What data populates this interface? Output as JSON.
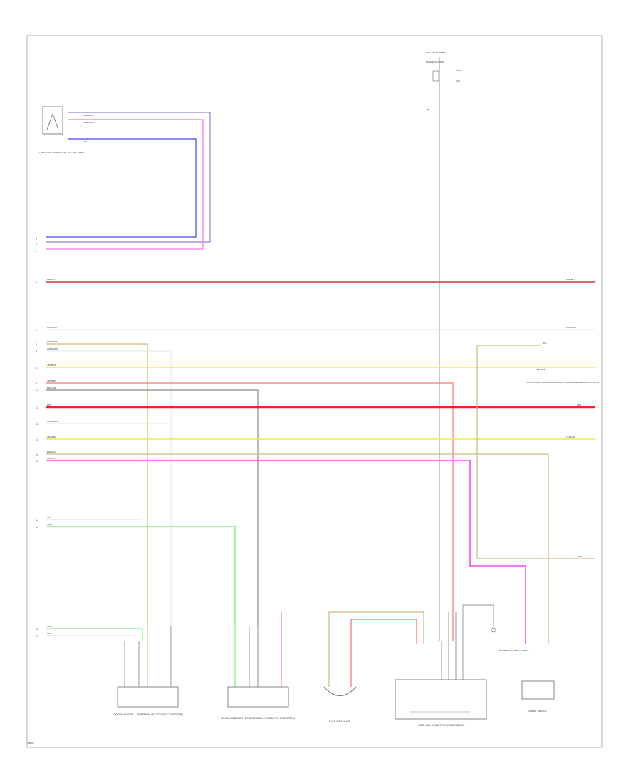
{
  "wires": [
    {
      "id": "1",
      "label": "BRN/BLU",
      "color": "#9b7fd4"
    },
    {
      "id": "2",
      "label": "PNK/WHT",
      "color": "#ee77ee"
    },
    {
      "id": "3",
      "label": "BLU",
      "color": "#4444ee"
    },
    {
      "id": "4",
      "label": "RED/BLU",
      "color": "#dd3333"
    },
    {
      "id": "5",
      "label": "WHT/RED",
      "color": "#e0e0e0"
    },
    {
      "id": "6",
      "label": "BRN/WHT",
      "color": "#ccbb77"
    },
    {
      "id": "7",
      "label": "WHT/GRN",
      "color": "#e6e6e6"
    },
    {
      "id": "8",
      "label": "YEL/BLU",
      "color": "#eeee33"
    },
    {
      "id": "9",
      "label": "YEL/RED",
      "color": "#ff5555"
    },
    {
      "id": "10",
      "label": "BRN/GRY",
      "color": "#888888"
    },
    {
      "id": "11",
      "label": "RED",
      "color": "#ee2222"
    },
    {
      "id": "12",
      "label": "WHT/GRN",
      "color": "#e6e6e6"
    },
    {
      "id": "13",
      "label": "YEL/GRY",
      "color": "#eeee33"
    },
    {
      "id": "14",
      "label": "BRN/BLU",
      "color": "#ccbb77"
    },
    {
      "id": "15",
      "label": "VIO/WHT",
      "color": "#ee66ee"
    },
    {
      "id": "16",
      "label": "GRY",
      "color": "#dddddd"
    },
    {
      "id": "17",
      "label": "GRN",
      "color": "#66ee66"
    }
  ],
  "bus_labels": [
    {
      "id": "18",
      "label": "GRN"
    },
    {
      "id": "19",
      "label": "GRY"
    }
  ],
  "power_feed": {
    "title": "HOT AT ALL TIMES",
    "fuse": "FUSE",
    "fuse_rating": "10A",
    "block": "FUSE/RELAY BOX",
    "circuit": "B+"
  },
  "fuel_level_sensor": {
    "label": "FUEL LEVEL SENSOR (TOP OF FUEL TANK)"
  },
  "side_labels": {
    "right_red_blu": "RED/BLU",
    "right_wht_red": "WHT/RED",
    "right_yel_gry": "YEL/GRY",
    "right_red": "RED",
    "right_grn": "GRN",
    "blk_top": "BLK",
    "yel_grn_right": "YEL/GRN",
    "module_note": "POWERTRAIN CONTROL MODULE (PCM) (BEHIND RIGHT KICK PANEL)"
  },
  "components": {
    "c1": "OXYGEN SENSOR 1 (UPSTREAM OF CATALYTIC CONVERTER)",
    "c2": "OXYGEN SENSOR 2 (DOWNSTREAM OF CATALYTIC CONVERTER)",
    "c3": "EVAP VENT VALVE",
    "c4": "DATA LINK CONNECTOR (UNDER DASH)",
    "c5": "BRAKE FLUID LEVEL SWITCH",
    "c6": "BRAKE SWITCH"
  },
  "footer_code": "B06E"
}
